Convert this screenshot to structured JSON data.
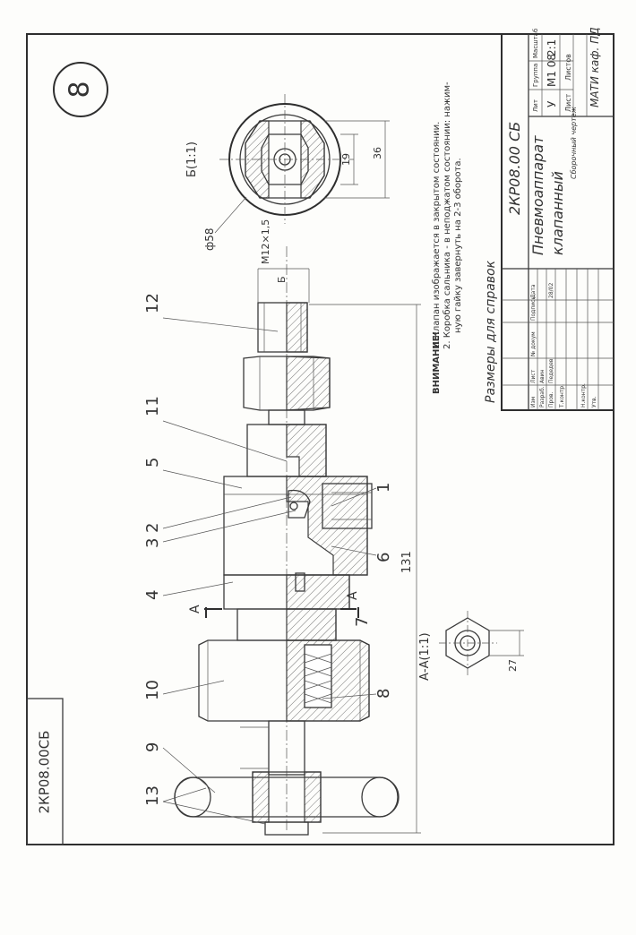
{
  "sheet": {
    "sheet_number": "8",
    "side_code": "2КР08.00СБ",
    "notes": {
      "title": "ВНИМАНИЕ!",
      "line1": "1. Клапан изображается в закрытом состоянии.",
      "line2": "2. Коробка сальника - в неподжатом состоянии: нажим-",
      "line3": "ную гайку завернуть на 2-3 оборота."
    },
    "ref_note": "Размеры для справок",
    "views": {
      "section_aa": "А-А(1:1)",
      "view_b": "Б(1:1)",
      "cut_a": "А",
      "arrow_b": "Б"
    },
    "dimensions": {
      "overall": "131",
      "hex_aa": "27",
      "flange_dia": "ф58",
      "d36": "36",
      "d19": "19",
      "thread": "М12×1,5"
    },
    "callouts": [
      "1",
      "2",
      "3",
      "4",
      "5",
      "6",
      "7",
      "8",
      "9",
      "10",
      "11",
      "12",
      "13"
    ]
  },
  "title_block": {
    "designation": "2КР08.00 СБ",
    "name_line1": "Пневмоаппарат",
    "name_line2": "клапанный",
    "doc_type": "Сборочный чертеж",
    "stage_header": "Лит",
    "mass_header": "Группа",
    "scale_header": "Масштаб",
    "stage": "У",
    "group": "М1 08",
    "scale": "2:1",
    "sheet_label": "Лист",
    "sheets_label": "Листов",
    "org": "МАТИ каф. ПД",
    "rows": {
      "change": "Изм",
      "sheet": "Лист",
      "doc": "№ докум",
      "sign": "Подпись",
      "date": "Дата",
      "developed": "Разраб.",
      "checked": "Пров.",
      "tcontrol": "Т.контр.",
      "ncontrol": "Н.контр.",
      "approved": "Утв.",
      "developer_name": "Авин",
      "checker_name": "Педедев",
      "checker_date": "28/02"
    }
  }
}
